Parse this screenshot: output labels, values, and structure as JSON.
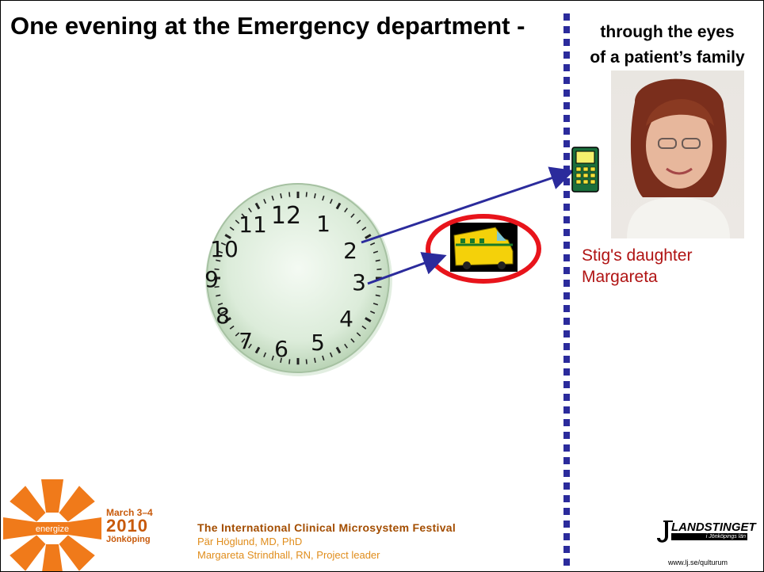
{
  "slide": {
    "title": "One evening at the Emergency department -",
    "subtitle_line1": "through the eyes",
    "subtitle_line2": "of a patient’s family",
    "caption_line1": "Stig's daughter",
    "caption_line2": "Margareta"
  },
  "clock": {
    "numbers": [
      "12",
      "1",
      "2",
      "3",
      "4",
      "5",
      "6",
      "7",
      "8",
      "9",
      "10",
      "11"
    ]
  },
  "footer": {
    "festival": "The International Clinical Microsystem Festival",
    "author1": "Pär Höglund, MD, PhD",
    "author2": "Margareta Strindhall, RN, Project leader",
    "event_dates": "March 3–4",
    "event_year": "2010",
    "event_city": "Jönköping",
    "event_brand": "energize",
    "org_name": "LANDSTINGET",
    "org_sub": "i Jönköpings län",
    "org_url": "www.lj.se/qulturum"
  },
  "colors": {
    "divider": "#2b2b9c",
    "arrow": "#2b2b9c",
    "highlight_ring": "#e8141b",
    "caption": "#b01313",
    "festival_text": "#a34d00",
    "author_text": "#e08d1c",
    "clock_face": "#e2f0e2",
    "logo_orange": "#f07a1a"
  },
  "icons": {
    "phone": "mobile-phone-icon",
    "ambulance": "ambulance-icon"
  }
}
